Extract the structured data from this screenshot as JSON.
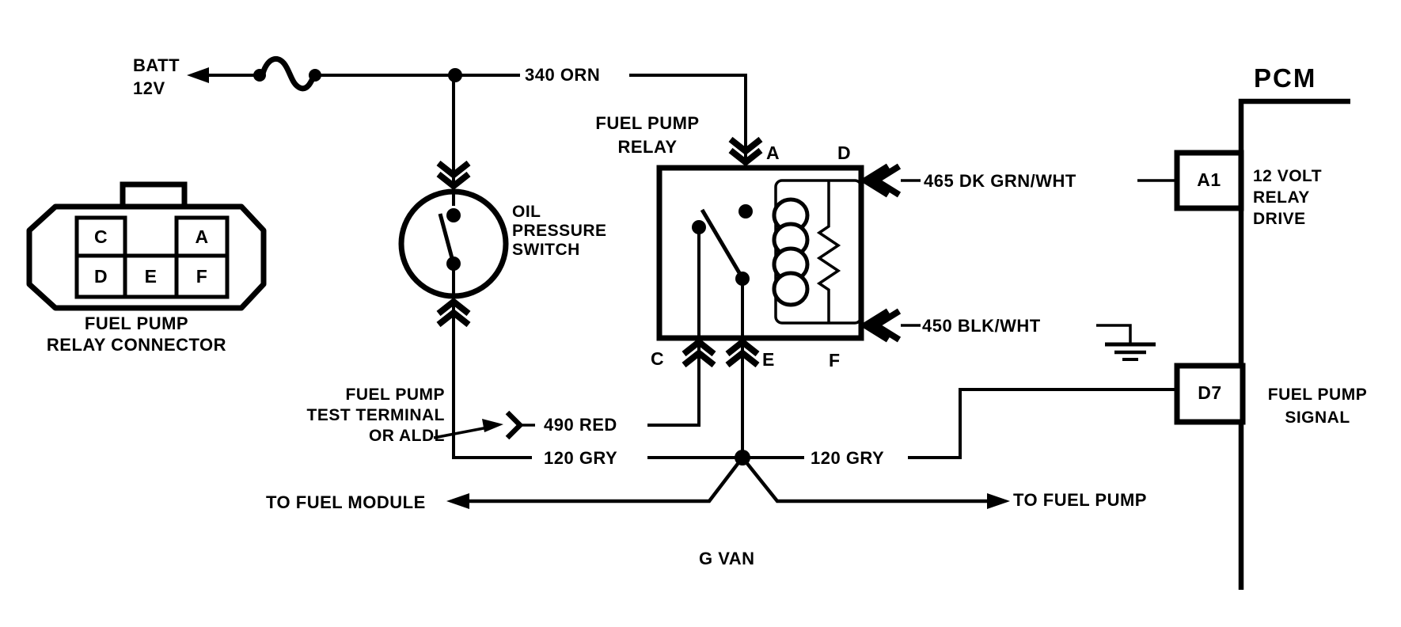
{
  "diagram": {
    "platform": "G VAN",
    "colors": {
      "ink": "#000000",
      "paper": "#ffffff"
    },
    "battery": {
      "line1": "BATT",
      "line2": "12V"
    },
    "wires": {
      "orn": "340 ORN",
      "dk_grn_wht": "465 DK GRN/WHT",
      "blk_wht": "450 BLK/WHT",
      "red": "490 RED",
      "gry_left": "120 GRY",
      "gry_right": "120 GRY"
    },
    "connector": {
      "caption_line1": "FUEL PUMP",
      "caption_line2": "RELAY CONNECTOR",
      "pins": {
        "c": "C",
        "a": "A",
        "d": "D",
        "e": "E",
        "f": "F"
      }
    },
    "oil_pressure_switch": {
      "line1": "OIL",
      "line2": "PRESSURE",
      "line3": "SWITCH"
    },
    "relay": {
      "caption_line1": "FUEL PUMP",
      "caption_line2": "RELAY",
      "terminals": {
        "a": "A",
        "d": "D",
        "c": "C",
        "e": "E",
        "f": "F"
      }
    },
    "test_terminal": {
      "line1": "FUEL PUMP",
      "line2": "TEST TERMINAL",
      "line3": "OR ALDL"
    },
    "pcm": {
      "title": "PCM",
      "a1": {
        "pin": "A1",
        "fn_line1": "12 VOLT",
        "fn_line2": "RELAY",
        "fn_line3": "DRIVE"
      },
      "d7": {
        "pin": "D7",
        "fn_line1": "FUEL PUMP",
        "fn_line2": "SIGNAL"
      }
    },
    "destinations": {
      "module": "TO FUEL MODULE",
      "pump": "TO FUEL PUMP"
    }
  }
}
